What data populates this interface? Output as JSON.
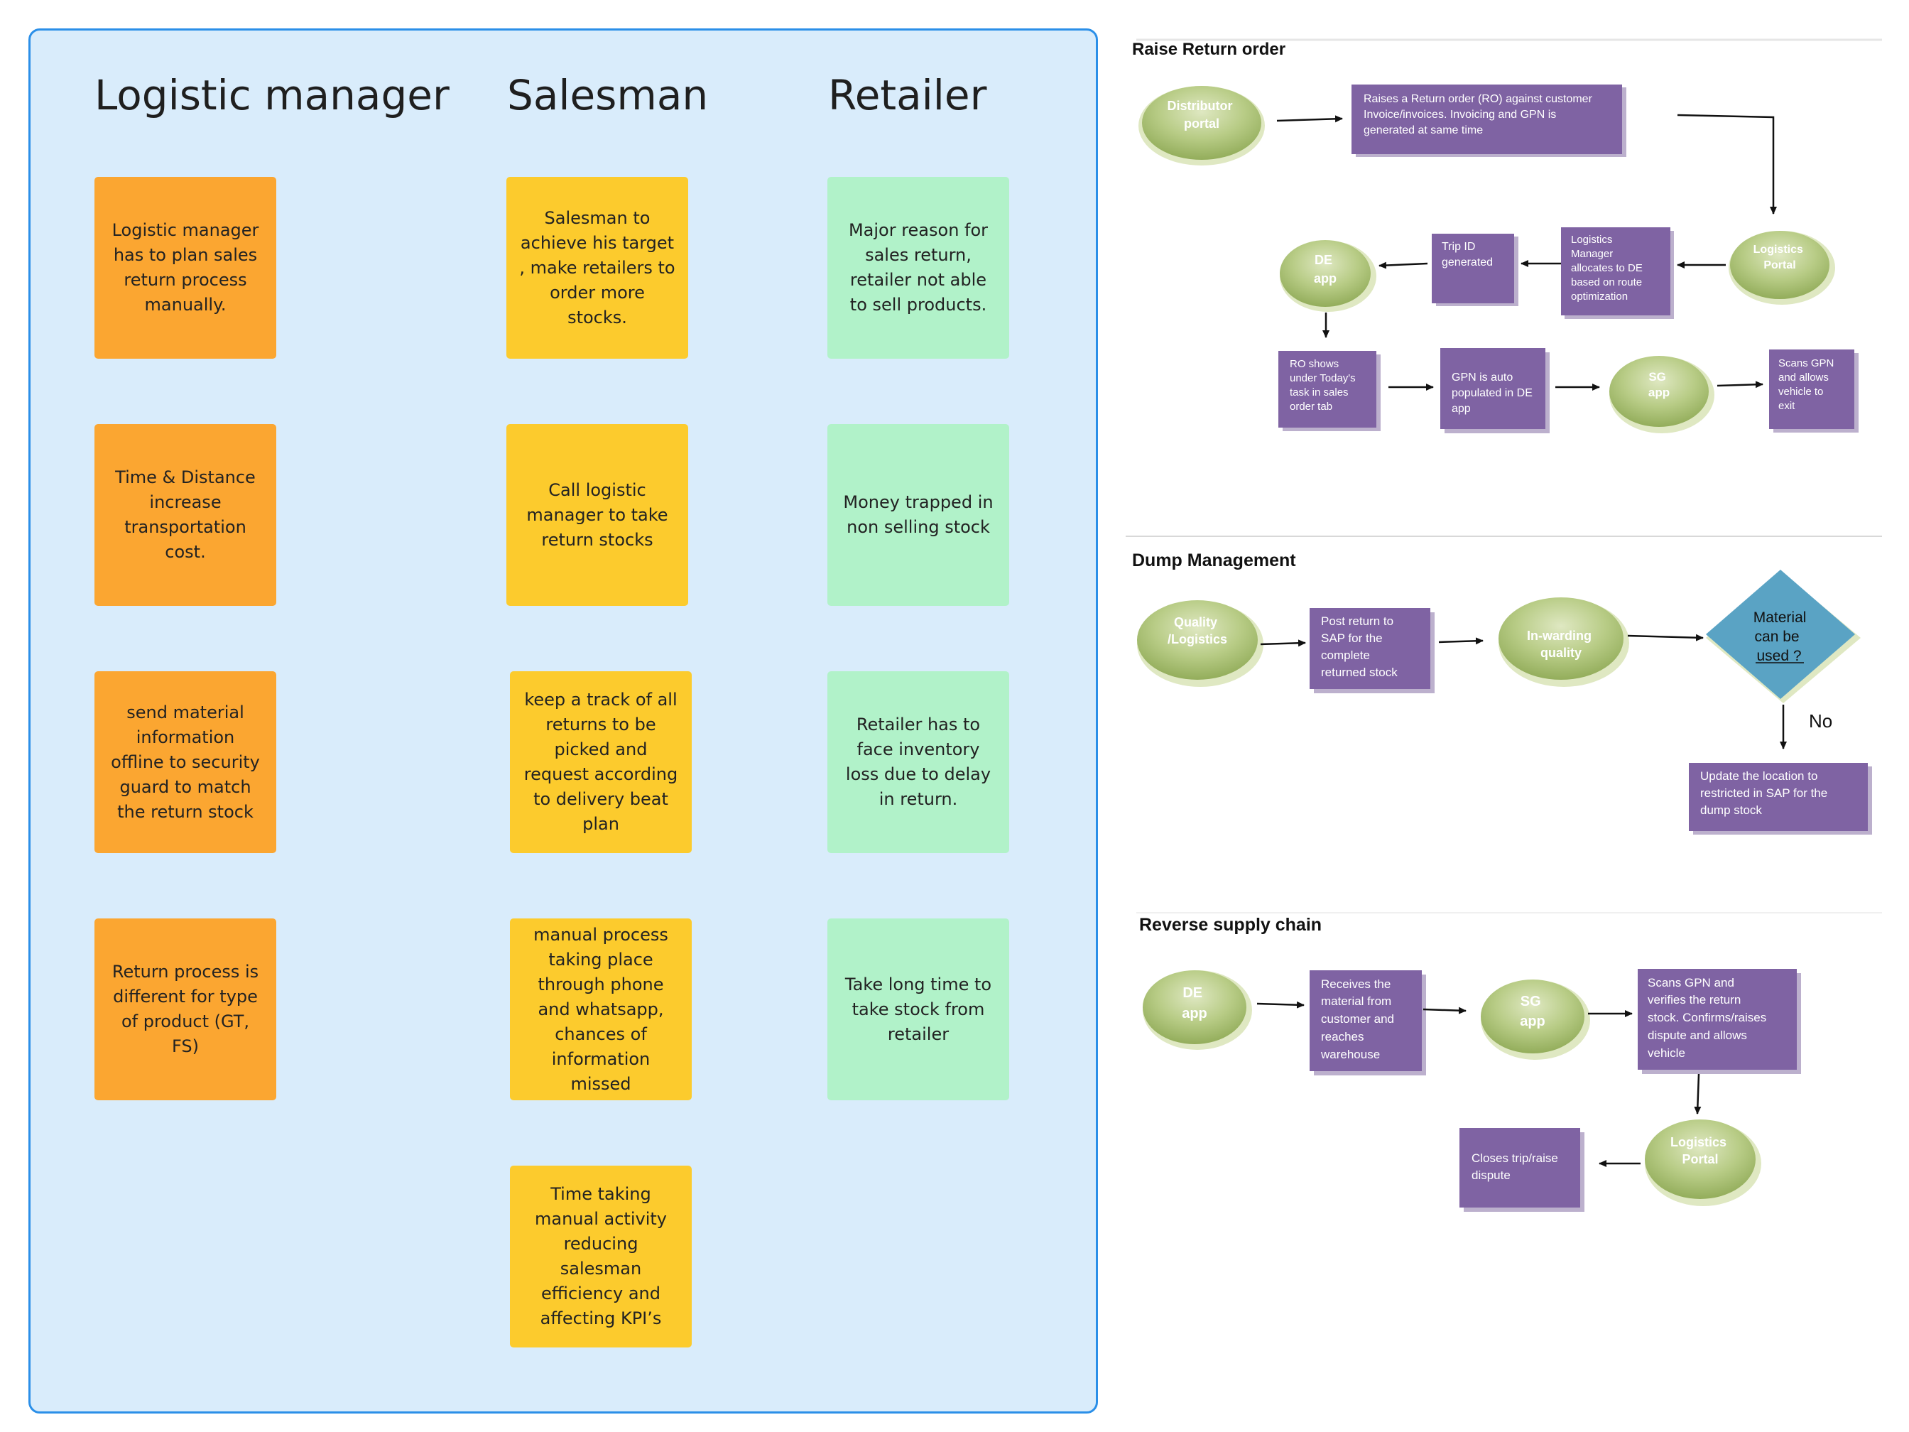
{
  "board": {
    "columns": [
      {
        "title": "Logistic manager",
        "notes": [
          "Logistic manager has to plan sales return process manually.",
          "Time & Distance increase transportation cost.",
          "send material information offline to security guard to match the return stock",
          "Return process is different for type of product (GT, FS)"
        ]
      },
      {
        "title": "Salesman",
        "notes": [
          "Salesman to achieve his target , make retailers to order more stocks.",
          "Call logistic manager to take return stocks",
          "keep a track of all returns to be picked and request according to delivery beat plan",
          "manual process taking place through phone and whatsapp, chances of information missed",
          "Time taking manual activity reducing salesman efficiency and affecting KPI’s"
        ]
      },
      {
        "title": "Retailer",
        "notes": [
          "Major reason for sales return, retailer not able to sell products.",
          "Money trapped in non selling stock",
          "Retailer has to face inventory loss due to delay in return.",
          "Take long time to take stock from retailer"
        ]
      }
    ],
    "colors": {
      "orange": "#fba631",
      "yellow": "#fccb2d",
      "green": "#b1f2c9",
      "panel": "#d9ecfb",
      "border": "#2b8fe8"
    }
  },
  "flows": {
    "raise": {
      "title": "Raise Return order",
      "distributor": [
        "Distributor",
        "portal"
      ],
      "ro_box": [
        "Raises a Return order (RO) against customer",
        "Invoice/invoices. Invoicing and GPN is",
        "generated at same time"
      ],
      "logistics_portal": [
        "Logistics",
        "Portal"
      ],
      "allocate_box": [
        "Logistics",
        "Manager",
        "allocates to DE",
        "based on route",
        "optimization"
      ],
      "trip_box": [
        "Trip ID",
        "generated"
      ],
      "de_app": [
        "DE",
        "app"
      ],
      "ro_shows_box": [
        "RO shows",
        "under Today's",
        "task in sales",
        "order tab"
      ],
      "gpn_box": [
        "GPN is auto",
        "populated in DE",
        "app"
      ],
      "sg_app": [
        "SG",
        "app"
      ],
      "scan_box": [
        "Scans GPN",
        "and allows",
        "vehicle to",
        "exit"
      ]
    },
    "dump": {
      "title": "Dump Management",
      "quality": [
        "Quality",
        "/Logistics"
      ],
      "post_box": [
        "Post return to",
        "SAP for the",
        "complete",
        "returned stock"
      ],
      "inwarding": [
        "In-warding",
        "quality"
      ],
      "decision": [
        "Material",
        "can be",
        "used ?"
      ],
      "no_label": "No",
      "update_box": [
        "Update the location to",
        "restricted in SAP for the",
        "dump stock"
      ]
    },
    "reverse": {
      "title": "Reverse supply chain",
      "de_app": [
        "DE",
        "app"
      ],
      "receives_box": [
        "Receives the",
        "material from",
        "customer and",
        "reaches",
        "warehouse"
      ],
      "sg_app": [
        "SG",
        "app"
      ],
      "scans_box": [
        "Scans GPN and",
        "verifies the return",
        "stock. Confirms/raises",
        "dispute and allows",
        "vehicle"
      ],
      "logistics_portal": [
        "Logistics",
        "Portal"
      ],
      "closes_box": [
        "Closes trip/raise",
        "dispute"
      ]
    },
    "colors": {
      "box": "#7f63a3",
      "box_border": "#bcb0cd",
      "ellipse": "#a3bb6d",
      "ellipse_light": "#dfe8c2",
      "diamond": "#5aa3c4"
    }
  }
}
